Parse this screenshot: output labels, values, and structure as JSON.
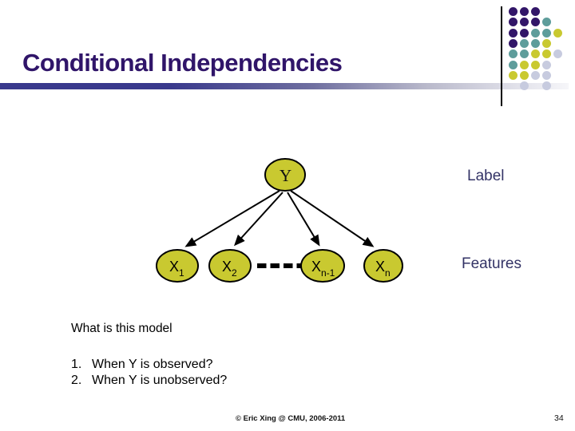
{
  "slide": {
    "title": "Conditional Independencies",
    "footer": {
      "credit": "© Eric Xing @ CMU, 2006-2011",
      "page_number": "34"
    }
  },
  "diagram": {
    "type": "bayes-net-naive-bayes",
    "label_annotation": "Label",
    "features_annotation": "Features",
    "node_fill": "#C9C930",
    "node_stroke": "#000000",
    "nodes": {
      "y": {
        "label": "Y"
      },
      "x1": {
        "main": "X",
        "sub": "1"
      },
      "x2": {
        "main": "X",
        "sub": "2"
      },
      "xn1": {
        "main": "X",
        "sub": "n-1"
      },
      "xn": {
        "main": "X",
        "sub": "n"
      }
    },
    "edges": [
      "Y->X1",
      "Y->X2",
      "Y->Xn-1",
      "Y->Xn"
    ]
  },
  "body": {
    "question": "What is this model",
    "list": [
      {
        "number": "1.",
        "text": "When Y is observed?"
      },
      {
        "number": "2.",
        "text": "When Y is unobserved?"
      }
    ]
  },
  "colors": {
    "title_text": "#301569",
    "annotation_text": "#333366",
    "underline_bar_left": "#39398C",
    "node_fill": "#C9C930"
  },
  "decoration": {
    "dots_grid": [
      "ppp..",
      "pppt.",
      "pptty",
      "ptty.",
      "ttyyg",
      "tyyg.",
      "yygg.",
      ".g.g."
    ],
    "dot_colors": {
      "p": "#321668",
      "t": "#5E9D9B",
      "y": "#C9C930",
      "g": "#C7CBDF"
    }
  }
}
